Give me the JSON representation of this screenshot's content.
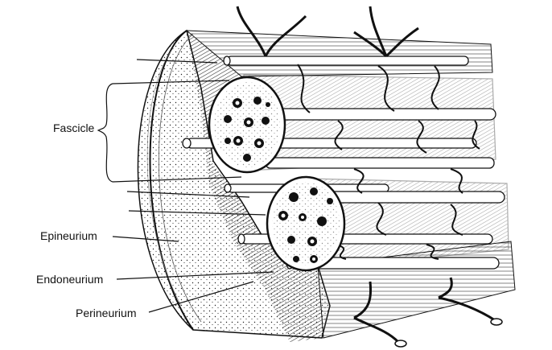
{
  "diagram": {
    "labels": {
      "fascicle": "Fascicle",
      "epineurium": "Epineurium",
      "endoneurium": "Endoneurium",
      "perineurium": "Perineurium"
    },
    "colors": {
      "ink": "#111111",
      "paper": "#ffffff",
      "epineurium_fill": "#e6e6e6"
    }
  }
}
